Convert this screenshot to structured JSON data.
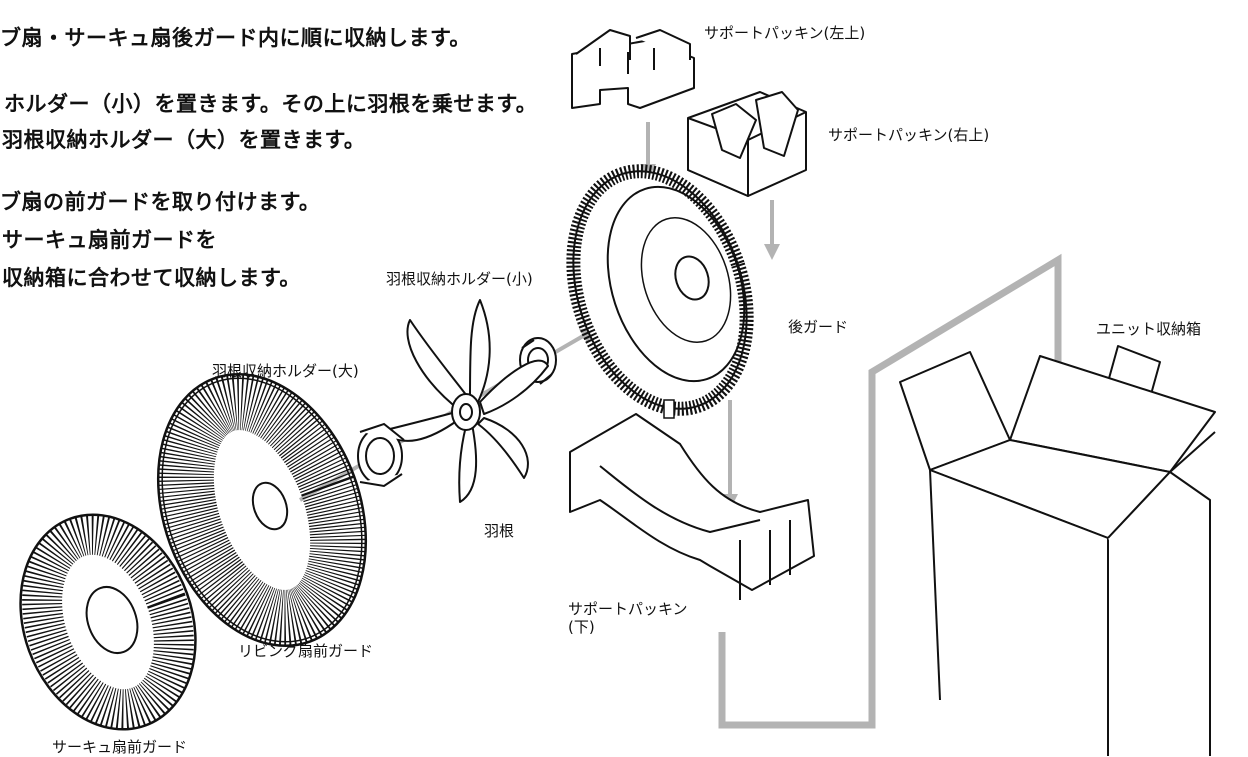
{
  "instructions": [
    "ブ扇・サーキュ扇後ガード内に順に収納します。",
    "ホルダー（小）を置きます。その上に羽根を乗せます。",
    "羽根収納ホルダー（大）を置きます。",
    "ブ扇の前ガードを取り付けます。",
    "サーキュ扇前ガードを",
    "収納箱に合わせて収納します。"
  ],
  "labels": {
    "support_upper_left": "サポートパッキン(左上)",
    "support_upper_right": "サポートパッキン(右上)",
    "holder_small": "羽根収納ホルダー(小)",
    "rear_guard": "後ガード",
    "unit_box": "ユニット収納箱",
    "holder_large": "羽根収納ホルダー(大)",
    "blade": "羽根",
    "support_lower_1": "サポートパッキン",
    "support_lower_2": "(下)",
    "living_front_guard": "リビング扇前ガード",
    "circu_front_guard": "サーキュ扇前ガード"
  },
  "colors": {
    "line": "#111111",
    "arrow": "#b3b3b3",
    "background": "#ffffff"
  }
}
